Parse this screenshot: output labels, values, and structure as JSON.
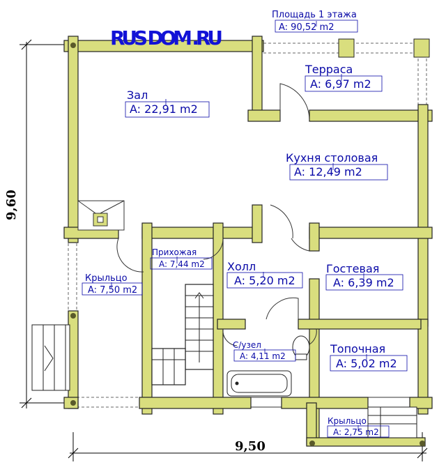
{
  "logo": {
    "text": "RUS DOM .RU",
    "color": "#1212d6"
  },
  "total_area": {
    "label": "Площадь 1 этажа",
    "value": "A: 90,52 m2"
  },
  "dimensions": {
    "height": "9,60",
    "width": "9,50"
  },
  "colors": {
    "wall": "#d9de7e",
    "wall_stroke": "#222222",
    "text": "#0a0aa8",
    "dim": "#000000"
  },
  "rooms": [
    {
      "id": "zal",
      "name": "Зал",
      "area": "A: 22,91 m2"
    },
    {
      "id": "terrasa",
      "name": "Терраса",
      "area": "A: 6,97 m2"
    },
    {
      "id": "kuhnya",
      "name": "Кухня столовая",
      "area": "A: 12,49 m2"
    },
    {
      "id": "prihozhaya",
      "name": "Прихожая",
      "area": "A: 7,44 m2"
    },
    {
      "id": "kryltso1",
      "name": "Крыльцо",
      "area": "A: 7,50 m2"
    },
    {
      "id": "holl",
      "name": "Холл",
      "area": "A: 5,20 m2"
    },
    {
      "id": "gostevaya",
      "name": "Гостевая",
      "area": "A: 6,39 m2"
    },
    {
      "id": "suzel",
      "name": "С/узел",
      "area": "A: 4,11 m2"
    },
    {
      "id": "topochnaya",
      "name": "Топочная",
      "area": "A: 5,02 m2"
    },
    {
      "id": "kryltso2",
      "name": "Крыльцо",
      "area": "A: 2,75 m2"
    }
  ]
}
